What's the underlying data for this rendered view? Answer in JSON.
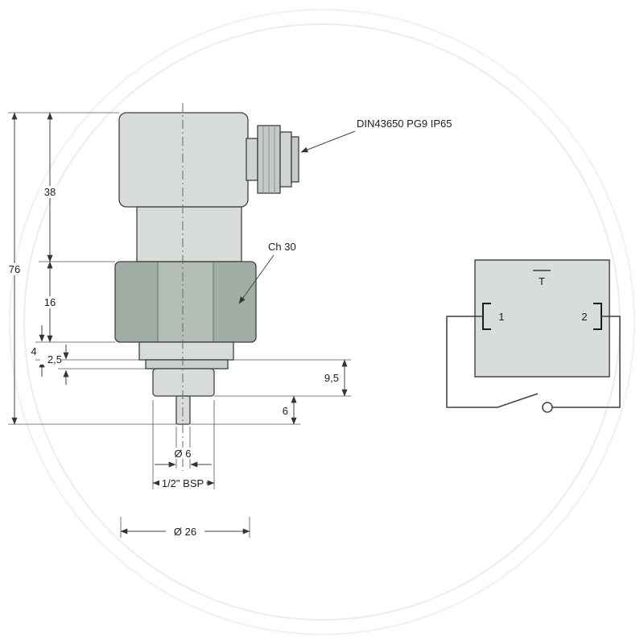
{
  "labels": {
    "connector": "DIN43650 PG9 IP65",
    "hex": "Ch 30"
  },
  "dimensions": {
    "overall_height": "76",
    "body_height": "38",
    "hex_height": "16",
    "flange_thickness": "4",
    "washer_thickness": "2,5",
    "thread_length": "9,5",
    "tip_length": "6",
    "tip_diameter": "Ø 6",
    "thread_spec": "1/2\" BSP",
    "base_diameter": "Ø 26"
  },
  "schematic": {
    "thermostat_label": "T",
    "terminal_1": "1",
    "terminal_2": "2"
  },
  "colors": {
    "body_fill": "#d7dbda",
    "hex_fill": "#9fada5",
    "hex_mid_fill": "#b3beb6",
    "gland_fill": "#c6cccа"
  }
}
